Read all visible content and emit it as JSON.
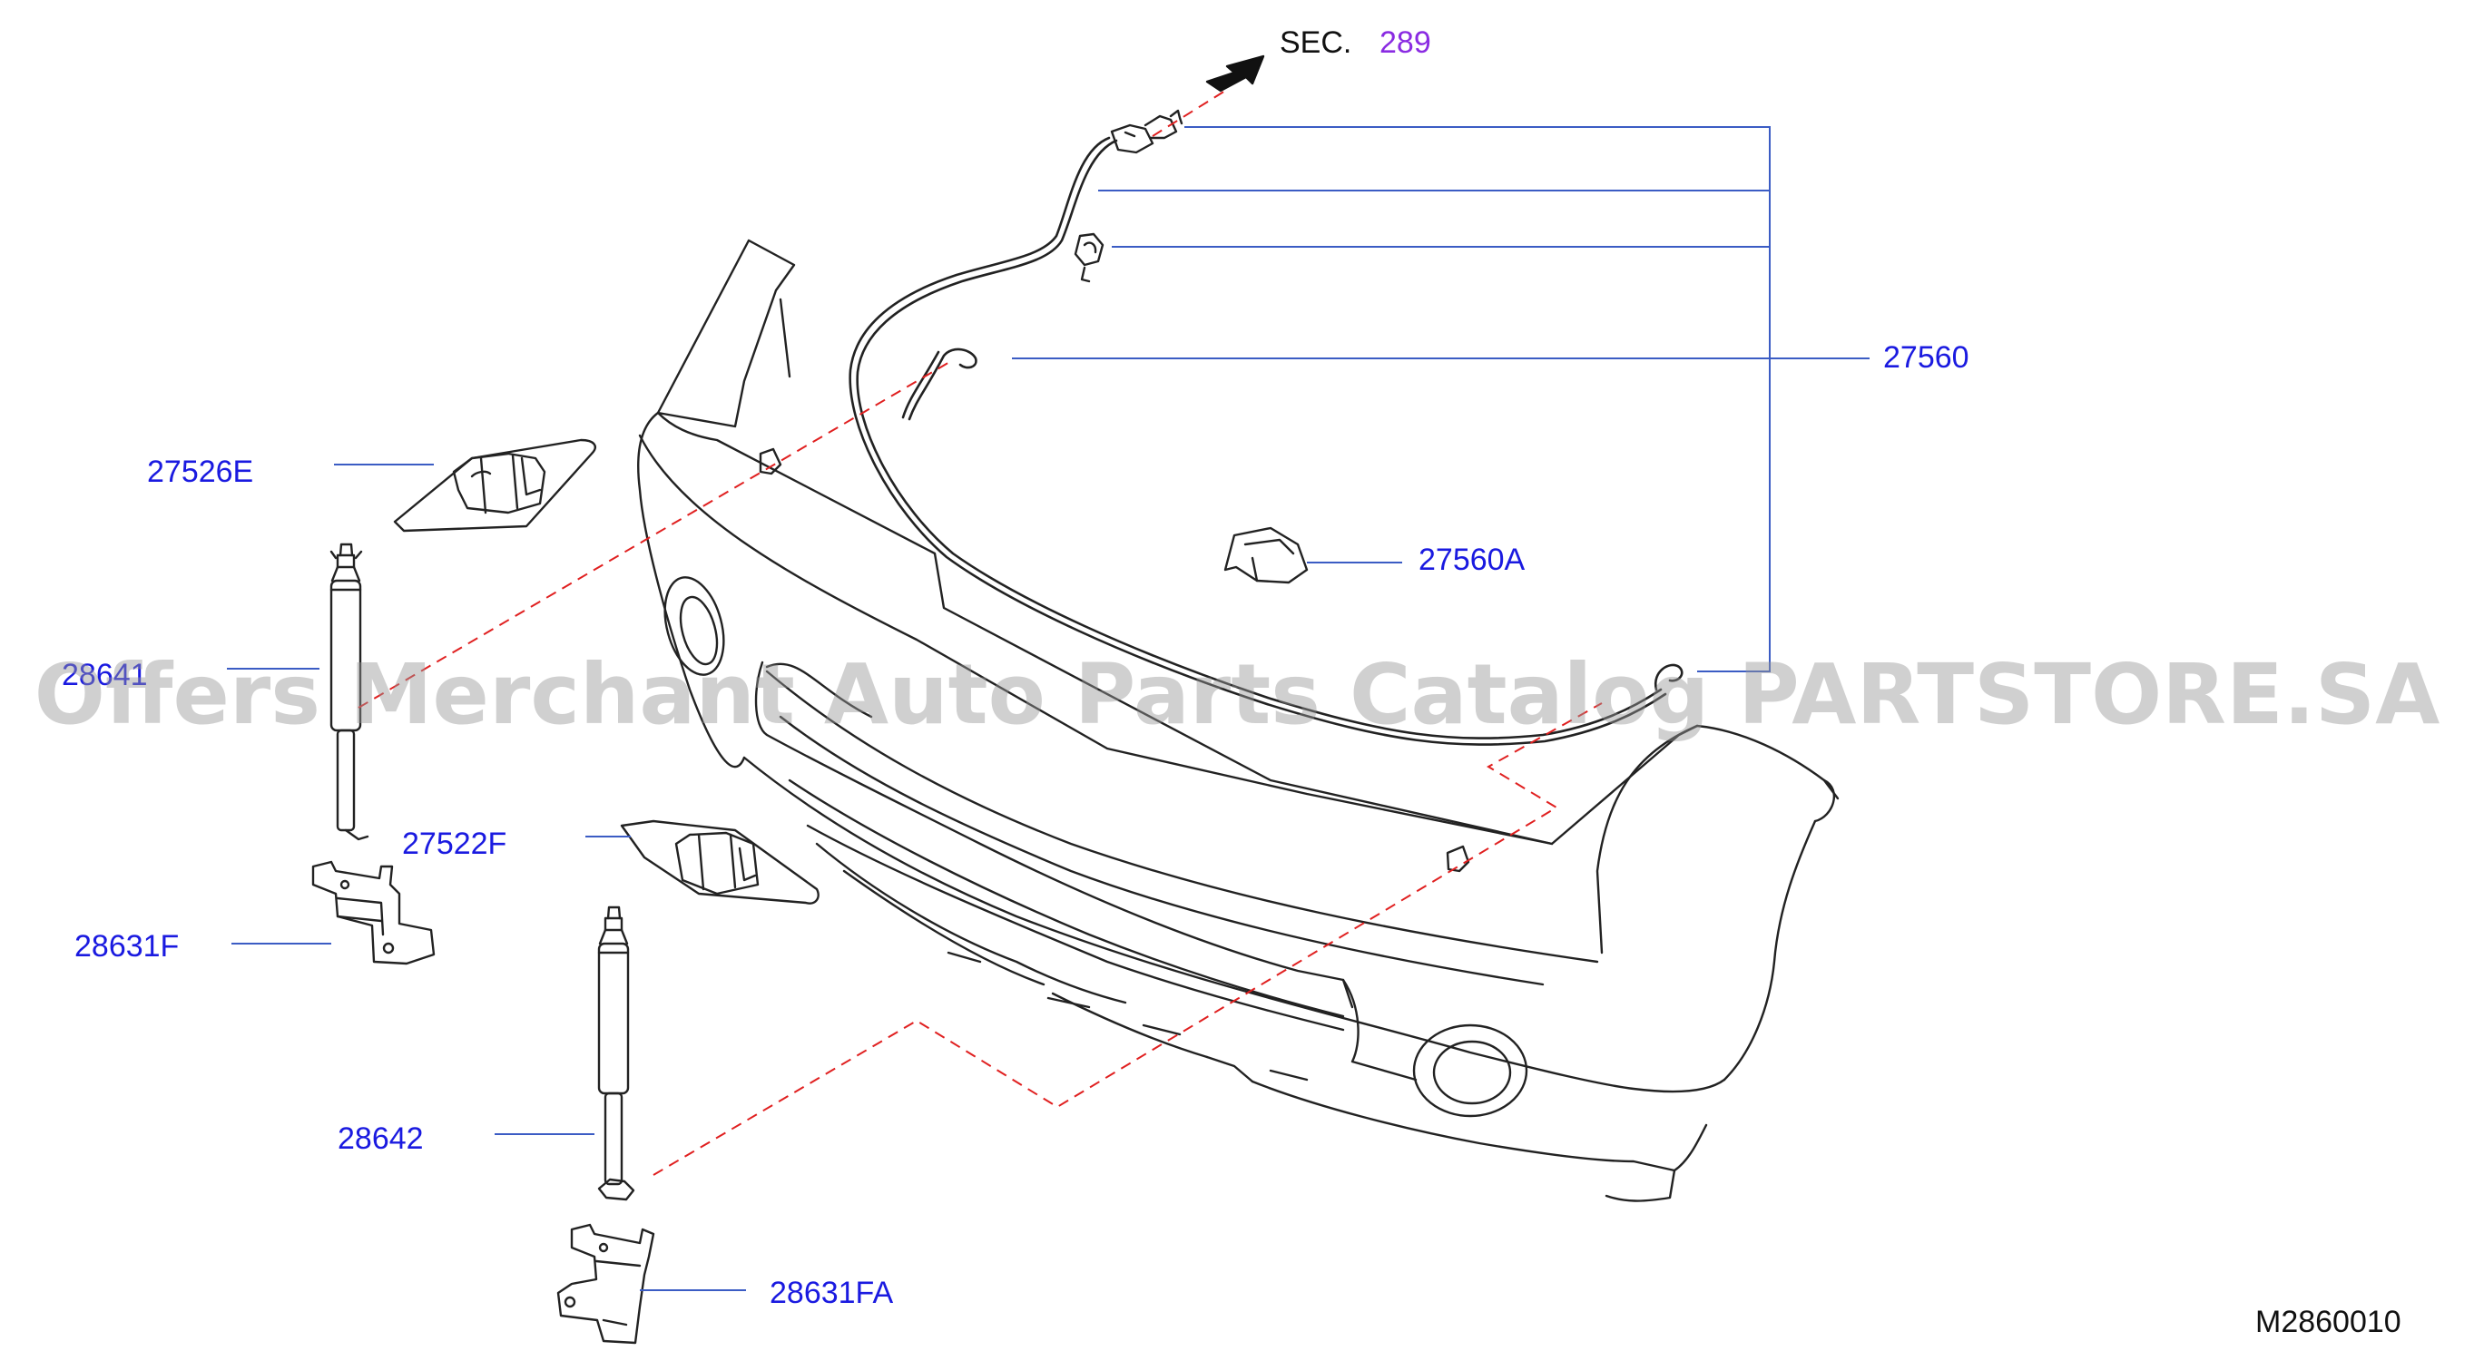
{
  "section_ref": {
    "label": "SEC.",
    "number": "289"
  },
  "callouts": {
    "c27560": "27560",
    "c27526E": "27526E",
    "c27560A": "27560A",
    "c28641": "28641",
    "c27522F": "27522F",
    "c28631F": "28631F",
    "c28642": "28642",
    "c28631FA": "28631FA"
  },
  "diagram_code": "M2860010",
  "watermark": "Offers Merchant Auto Parts Catalog PARTSTORE.SA",
  "colors": {
    "callout_text": "#1a1ae0",
    "leader_line": "#3b5cc4",
    "section_number": "#8a2be2",
    "dashed_line": "#e02020",
    "outline": "#222222",
    "watermark": "#969696"
  }
}
